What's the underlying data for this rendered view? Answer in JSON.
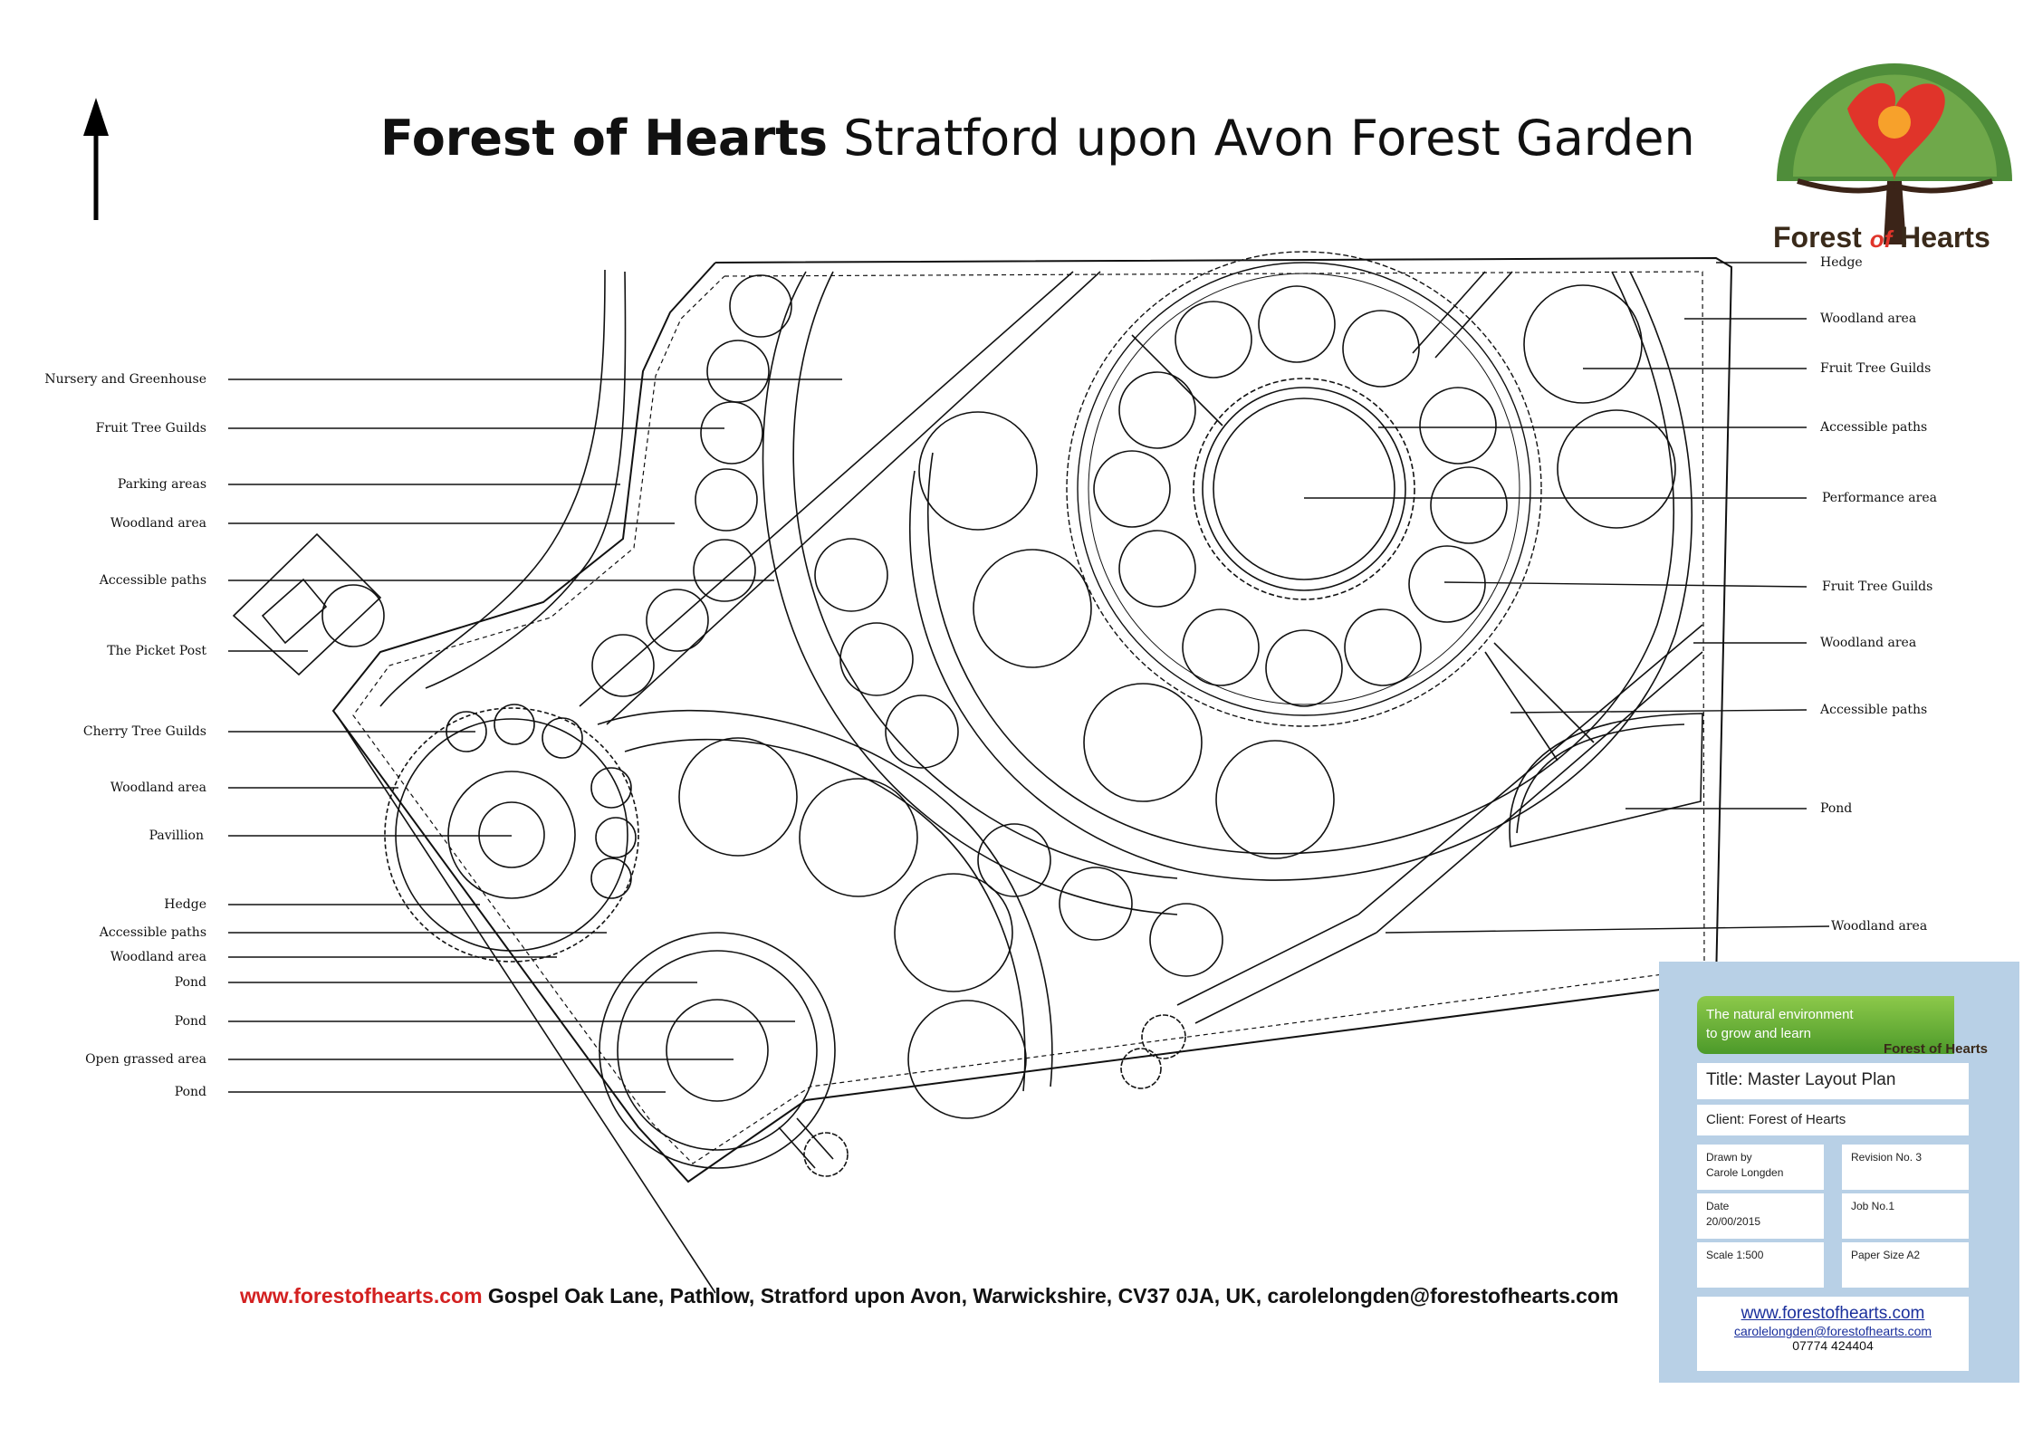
{
  "title": {
    "bold": "Forest of Hearts",
    "rest": " Stratford upon Avon Forest Garden"
  },
  "logo": {
    "word_a": "Forest",
    "word_b": "of",
    "word_c": "Hearts"
  },
  "labels_left": [
    "Nursery and Greenhouse",
    "Fruit Tree Guilds",
    "Parking areas",
    "Woodland area",
    "Accessible paths",
    "The Picket Post",
    "Cherry Tree Guilds",
    "Woodland area",
    "Pavillion",
    "Hedge",
    "Accessible paths",
    "Woodland area",
    "Pond",
    "Pond",
    "Open grassed area",
    "Pond"
  ],
  "labels_right": [
    "Hedge",
    "Woodland area",
    "Fruit Tree Guilds",
    "Accessible paths",
    "Performance area",
    "Fruit Tree Guilds",
    "Woodland area",
    "Accessible paths",
    "Pond",
    "Woodland area"
  ],
  "footer": {
    "website": "www.forestofhearts.com",
    "address": " Gospel Oak Lane, Pathlow, Stratford upon Avon, Warwickshire, CV37 0JA, UK, carolelongden@forestofhearts.com"
  },
  "title_block": {
    "tagline_1": "The natural environment",
    "tagline_2": "to grow and learn",
    "mini_logo": "Forest of Hearts",
    "title": "Title:  Master Layout Plan",
    "client": "Client: Forest of Hearts",
    "drawn_by_label": "Drawn by",
    "drawn_by": "Carole Longden",
    "revision": "Revision No. 3",
    "date_label": "Date",
    "date": "20/00/2015",
    "job": "Job No.1",
    "scale": "Scale 1:500",
    "paper": "Paper Size A2",
    "website": "www.forestofhearts.com",
    "email": "carolelongden@forestofhearts.com",
    "phone": "07774 424404"
  },
  "colors": {
    "heart": "#e0342a",
    "footer_web": "#d32020",
    "banner_green": "#6fb23a",
    "title_block_bg": "#b8d0e6"
  }
}
